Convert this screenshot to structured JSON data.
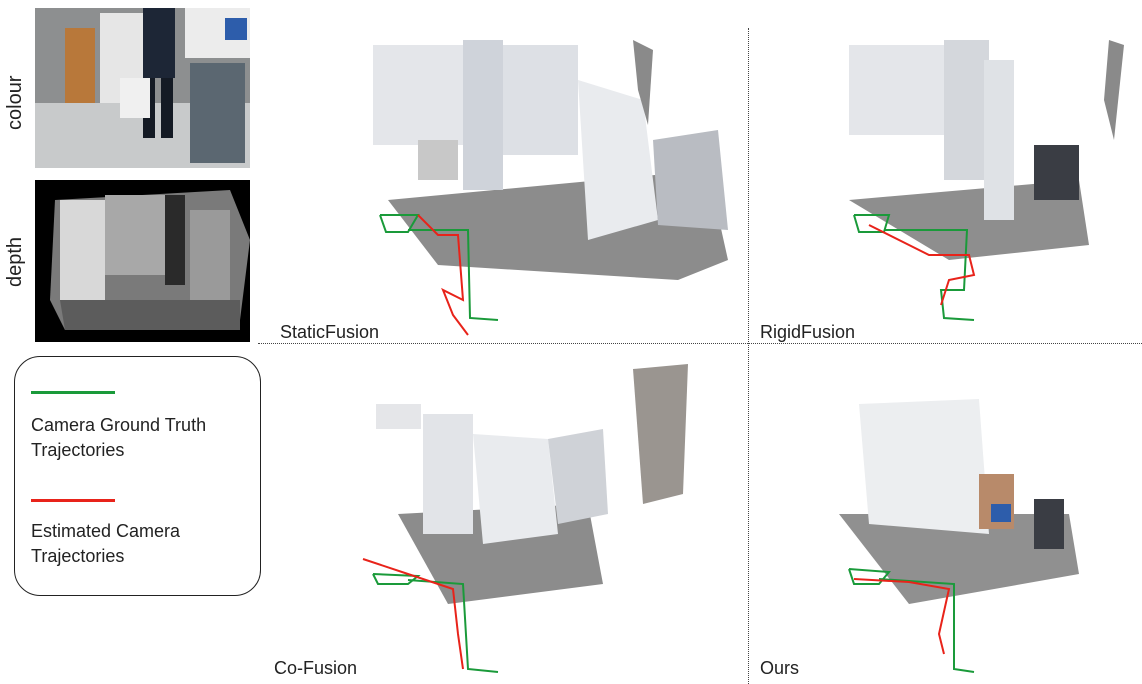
{
  "inputs": {
    "colour_label": "colour",
    "depth_label": "depth"
  },
  "legend": {
    "ground_truth": "Camera Ground Truth Trajectories",
    "estimated": "Estimated Camera Trajectories",
    "colors": {
      "ground_truth": "#1a9a3a",
      "estimated": "#e8231a"
    }
  },
  "panels": [
    {
      "label": "StaticFusion"
    },
    {
      "label": "RigidFusion"
    },
    {
      "label": "Co-Fusion"
    },
    {
      "label": "Ours"
    }
  ]
}
